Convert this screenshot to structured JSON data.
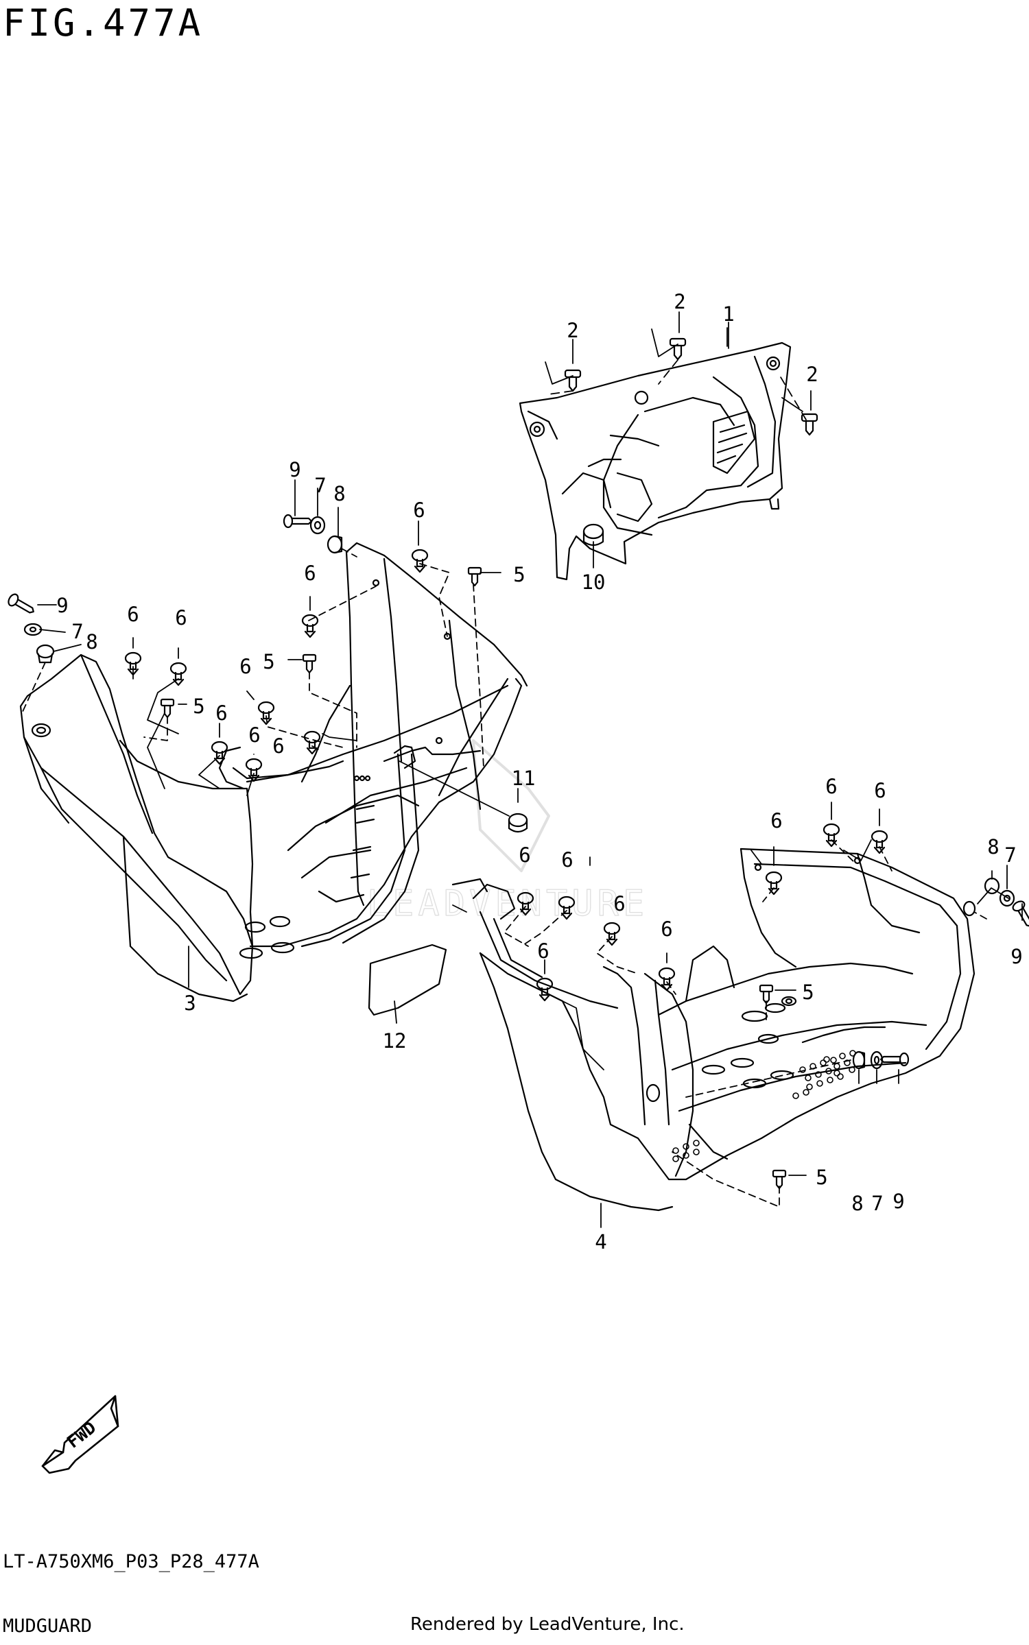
{
  "header": {
    "figure_title": "FIG.477A"
  },
  "watermark": {
    "text": "LEADVENTURE"
  },
  "fwd_badge": {
    "text": "FWD"
  },
  "callouts": [
    {
      "id": "c1",
      "label": "1"
    },
    {
      "id": "c2a",
      "label": "2"
    },
    {
      "id": "c2b",
      "label": "2"
    },
    {
      "id": "c2c",
      "label": "2"
    },
    {
      "id": "c3",
      "label": "3"
    },
    {
      "id": "c4",
      "label": "4"
    },
    {
      "id": "c5a",
      "label": "5"
    },
    {
      "id": "c5b",
      "label": "5"
    },
    {
      "id": "c5c",
      "label": "5"
    },
    {
      "id": "c5d",
      "label": "5"
    },
    {
      "id": "c5e",
      "label": "5"
    },
    {
      "id": "c6a",
      "label": "6"
    },
    {
      "id": "c6b",
      "label": "6"
    },
    {
      "id": "c6c",
      "label": "6"
    },
    {
      "id": "c6d",
      "label": "6"
    },
    {
      "id": "c6e",
      "label": "6"
    },
    {
      "id": "c6f",
      "label": "6"
    },
    {
      "id": "c6g",
      "label": "6"
    },
    {
      "id": "c6h",
      "label": "6"
    },
    {
      "id": "c6i",
      "label": "6"
    },
    {
      "id": "c6j",
      "label": "6"
    },
    {
      "id": "c6k",
      "label": "6"
    },
    {
      "id": "c6l",
      "label": "6"
    },
    {
      "id": "c6m",
      "label": "6"
    },
    {
      "id": "c6n",
      "label": "6"
    },
    {
      "id": "c6o",
      "label": "6"
    },
    {
      "id": "c6p",
      "label": "6"
    },
    {
      "id": "c7a",
      "label": "7"
    },
    {
      "id": "c7b",
      "label": "7"
    },
    {
      "id": "c7c",
      "label": "7"
    },
    {
      "id": "c7d",
      "label": "7"
    },
    {
      "id": "c8a",
      "label": "8"
    },
    {
      "id": "c8b",
      "label": "8"
    },
    {
      "id": "c8c",
      "label": "8"
    },
    {
      "id": "c8d",
      "label": "8"
    },
    {
      "id": "c9a",
      "label": "9"
    },
    {
      "id": "c9b",
      "label": "9"
    },
    {
      "id": "c9c",
      "label": "9"
    },
    {
      "id": "c9d",
      "label": "9"
    },
    {
      "id": "c10",
      "label": "10"
    },
    {
      "id": "c11",
      "label": "11"
    },
    {
      "id": "c12",
      "label": "12"
    }
  ],
  "footer": {
    "model_code": "LT-A750XM6_P03_P28_477A",
    "section_name": "MUDGUARD",
    "credit": "Rendered by LeadVenture, Inc."
  }
}
